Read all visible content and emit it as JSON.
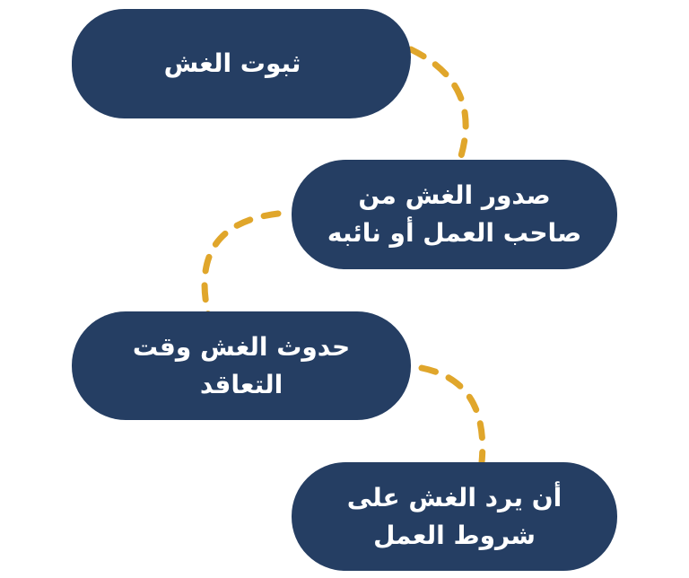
{
  "colors": {
    "box": "#253E63",
    "connector": "#E0A62B",
    "text": "#FFFFFF"
  },
  "steps": [
    {
      "text": "ثبوت الغش"
    },
    {
      "text": "صدور الغش من صاحب العمل أو نائبه"
    },
    {
      "text": "حدوث الغش وقت التعاقد"
    },
    {
      "text": "أن يرد الغش على شروط العمل"
    }
  ]
}
